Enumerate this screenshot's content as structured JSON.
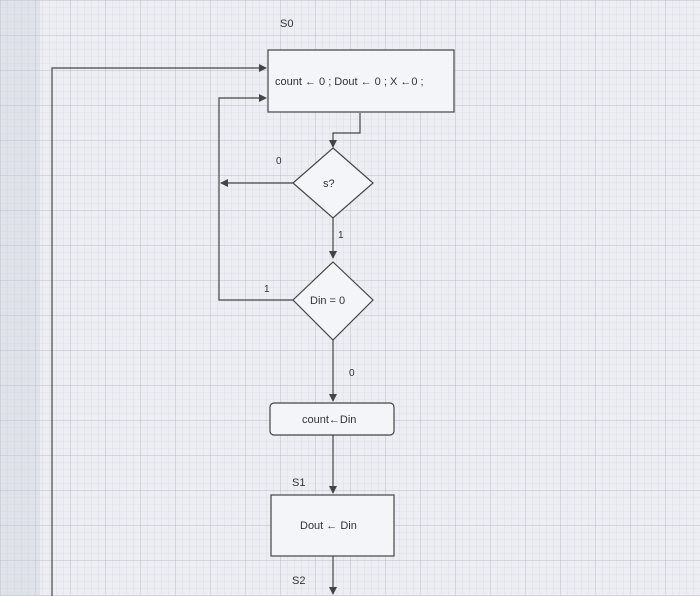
{
  "states": {
    "s0": "S0",
    "s1": "S1",
    "s2": "S2"
  },
  "nodes": {
    "init_box": "count ← 0 ; Dout ← 0 ; X ←0 ;",
    "decision_s": "s?",
    "decision_din": "Din = 0",
    "count_box": "count←Din",
    "dout_box": "Dout ← Din"
  },
  "branches": {
    "s_zero": "0",
    "s_one": "1",
    "din_one": "1",
    "din_zero": "0"
  },
  "colors": {
    "paper": "#eceef3",
    "grid_minor": "#cfd3dc",
    "grid_major": "#b8bdc8",
    "box_fill": "#f4f5f8",
    "line": "#444444"
  }
}
